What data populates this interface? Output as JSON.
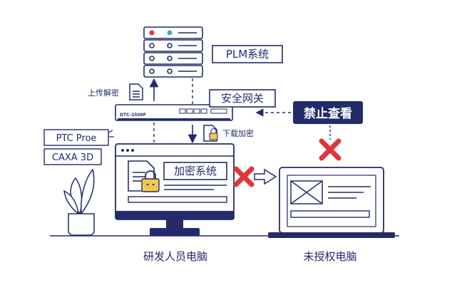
{
  "labels": {
    "plm": "PLM系统",
    "gateway": "安全网关",
    "upload": "上传解密",
    "download": "下载加密",
    "forbid": "禁止查看",
    "ptc": "PTC Proe",
    "caxa": "CAXA 3D",
    "encrypt": "加密系统",
    "dev_pc": "研发人员电脑",
    "unauth_pc": "未授权电脑",
    "device_tag": "DTC-2500F"
  },
  "colors": {
    "navy": "#232b6b",
    "red": "#e0353d",
    "lock": "#f5c64a",
    "light": "#e9ecf6"
  },
  "icons": [
    "server-icon",
    "gateway-device-icon",
    "document-icon",
    "lock-icon",
    "monitor-icon",
    "laptop-icon",
    "plant-icon",
    "red-x-icon",
    "arrow-icon"
  ]
}
